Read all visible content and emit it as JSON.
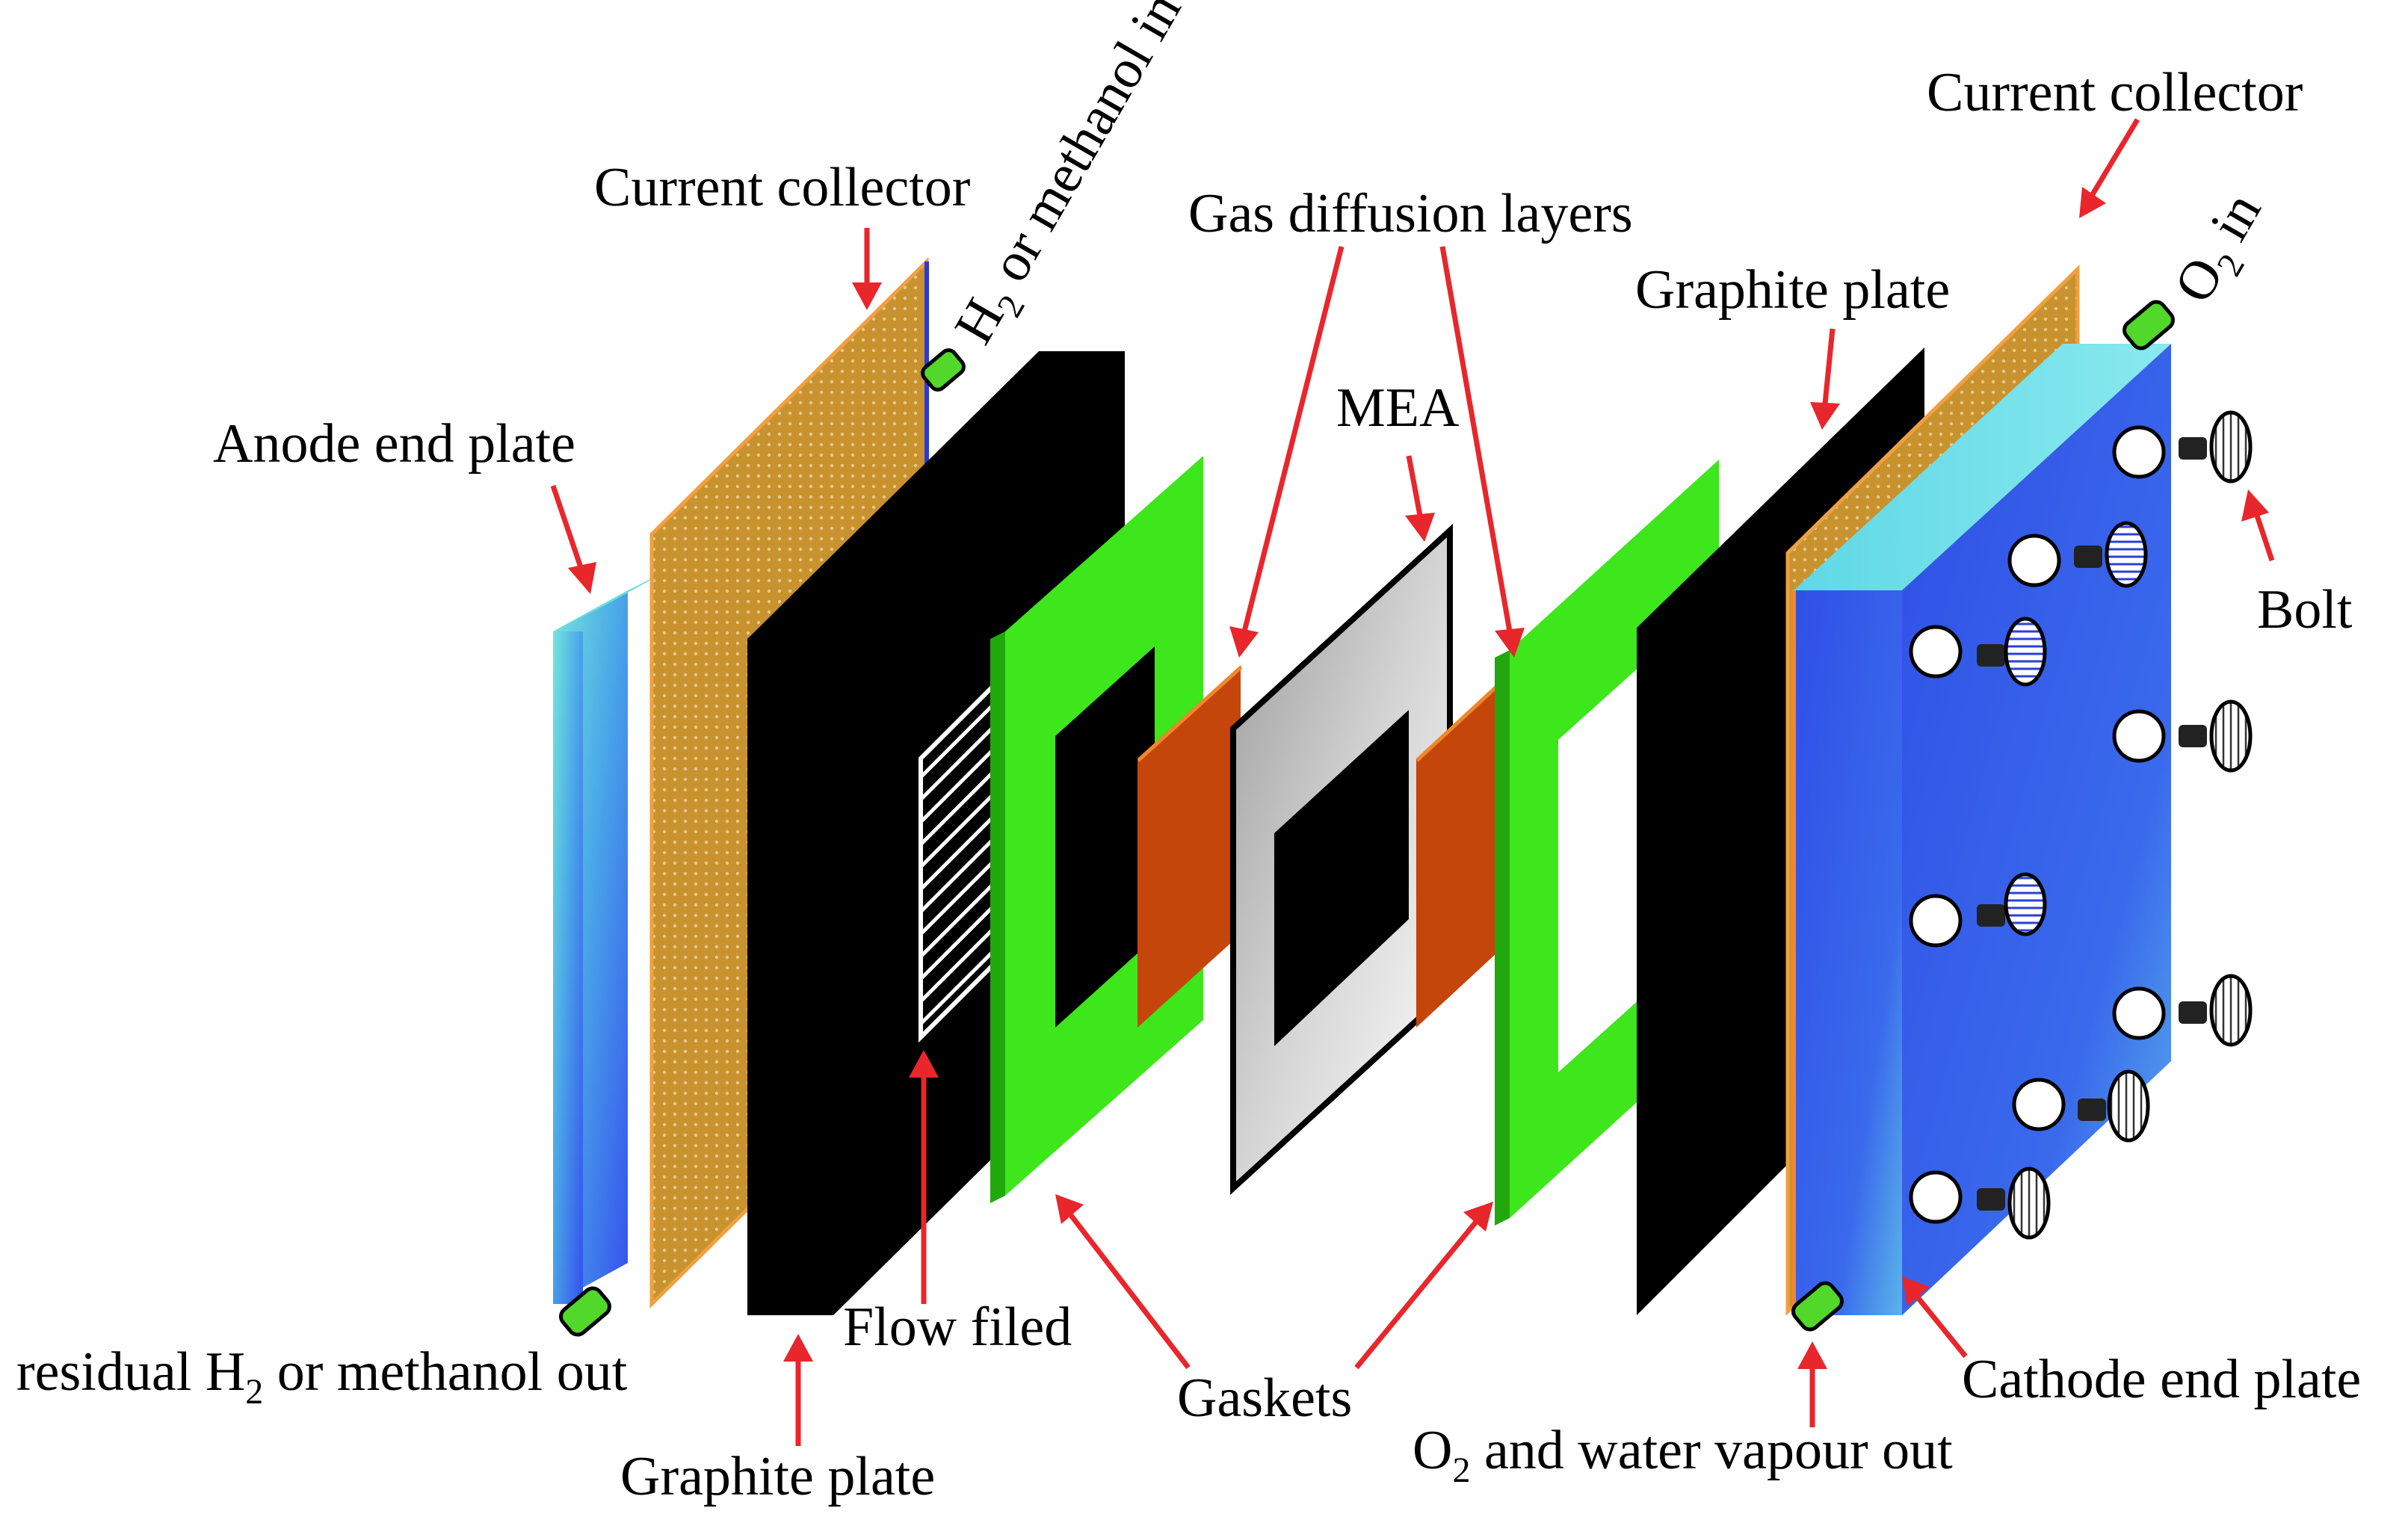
{
  "labels": {
    "anode_end_plate": "Anode end plate",
    "current_collector_left": "Current collector",
    "h2_in_prefix": "H",
    "h2_in_sub": "2",
    "h2_in_suffix": " or methanol in",
    "gas_diffusion_layers": "Gas diffusion layers",
    "mea": "MEA",
    "graphite_plate_top": "Graphite plate",
    "current_collector_right": "Current collector",
    "o2_in_prefix": "O",
    "o2_in_sub": "2",
    "o2_in_suffix": " in",
    "bolt": "Bolt",
    "residual_prefix": "residual H",
    "residual_sub": "2",
    "residual_suffix": " or methanol  out",
    "flow_field": "Flow filed",
    "graphite_plate_bottom": "Graphite plate",
    "gaskets": "Gaskets",
    "o2_out_prefix": "O",
    "o2_out_sub": "2",
    "o2_out_suffix": " and water vapour out",
    "cathode_end_plate": "Cathode end plate"
  },
  "colors": {
    "arrow": "#e8262b",
    "gasket": "#3ee61c",
    "gasket_dark": "#22a80c",
    "gdl": "#c4460a",
    "gdl_edge": "#f2862a",
    "collector": "#c8922e",
    "graphite": "#000000",
    "end_plate_blue": "#2a4fe8",
    "end_plate_cyan": "#6fe0d8",
    "connector": "#52d82a"
  },
  "icons": {
    "bolt": "bolt-icon",
    "port": "pipe-connector-icon"
  }
}
